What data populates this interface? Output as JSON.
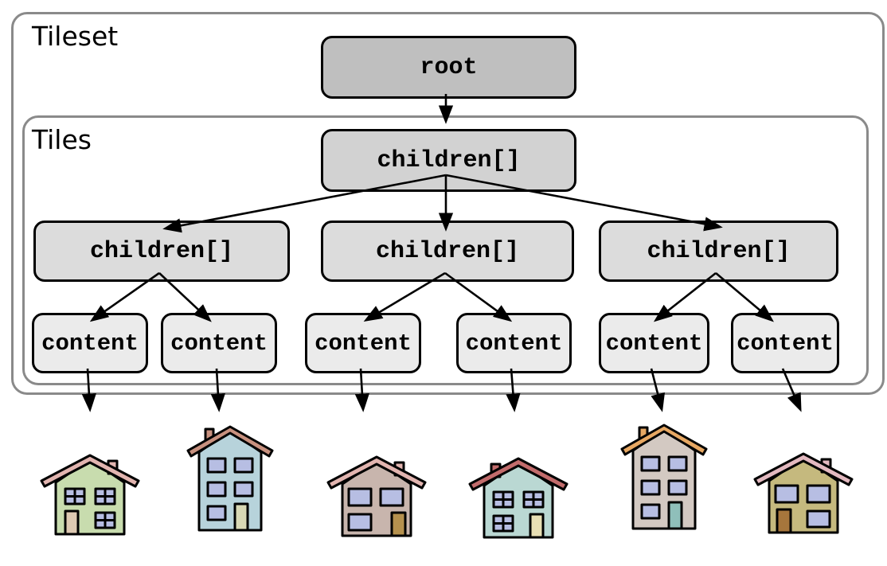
{
  "diagram": {
    "outer_label": "Tileset",
    "inner_label": "Tiles",
    "nodes": {
      "root": "root",
      "children_top": "children[]",
      "children_row": [
        "children[]",
        "children[]",
        "children[]"
      ],
      "content": [
        "content",
        "content",
        "content",
        "content",
        "content",
        "content"
      ]
    },
    "colors": {
      "root_fill": "#bfbfbf",
      "children_top_fill": "#d2d2d2",
      "children_row_fill": "#dcdcdc",
      "content_fill": "#ebebeb",
      "node_border": "#000000",
      "container_border": "#8a8a8a",
      "arrow": "#000000"
    }
  },
  "houses": [
    {
      "id": "house-1",
      "style": "two-story paned windows",
      "body_color": "#c8dcae",
      "roof_color": "#e2b5b0",
      "window_color": "#b7bee3",
      "door_color": "#ddc9b2"
    },
    {
      "id": "house-2",
      "style": "three-story",
      "body_color": "#b7d3db",
      "roof_color": "#c8917f",
      "window_color": "#b7bee3",
      "door_color": "#d8d8b4"
    },
    {
      "id": "house-3",
      "style": "two-story",
      "body_color": "#c8b5ad",
      "roof_color": "#e2b5b0",
      "window_color": "#b7bee3",
      "door_color": "#b5914e"
    },
    {
      "id": "house-4",
      "style": "two-story paned windows",
      "body_color": "#bad8d3",
      "roof_color": "#c26c6c",
      "window_color": "#b7bee3",
      "door_color": "#e8dfb4"
    },
    {
      "id": "house-5",
      "style": "three-story",
      "body_color": "#d3c9c2",
      "roof_color": "#e7a863",
      "window_color": "#b7bee3",
      "door_color": "#8fbfba"
    },
    {
      "id": "house-6",
      "style": "two-story",
      "body_color": "#c5b97e",
      "roof_color": "#e3b9c0",
      "window_color": "#b7bee3",
      "door_color": "#a6763c"
    }
  ]
}
